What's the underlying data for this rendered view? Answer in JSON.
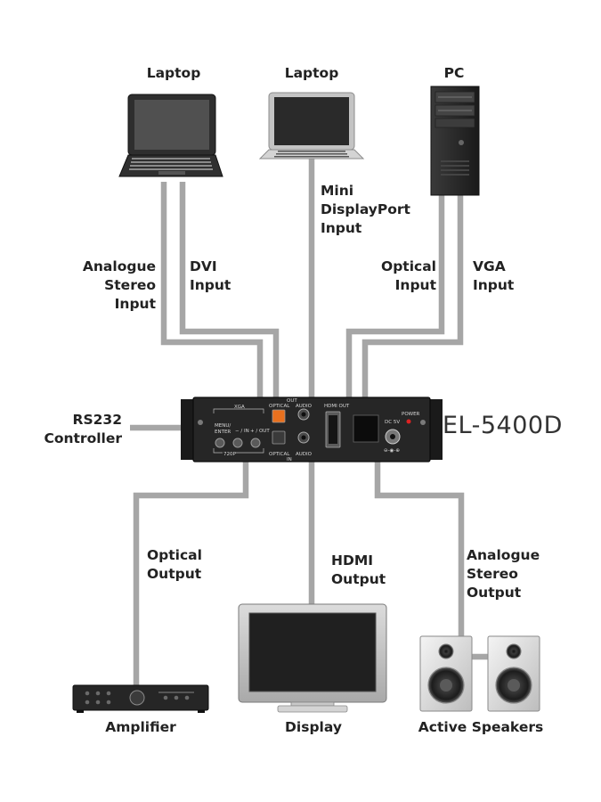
{
  "devices": {
    "laptop_left": "Laptop",
    "laptop_center": "Laptop",
    "pc": "PC",
    "amplifier": "Amplifier",
    "display": "Display",
    "speakers": "Active Speakers",
    "rs232": [
      "RS232",
      "Controller"
    ]
  },
  "inputs": {
    "analogue_stereo": [
      "Analogue",
      "Stereo",
      "Input"
    ],
    "dvi": [
      "DVI",
      "Input"
    ],
    "mini_displayport": [
      "Mini",
      "DisplayPort",
      "Input"
    ],
    "optical": [
      "Optical",
      "Input"
    ],
    "vga": [
      "VGA",
      "Input"
    ]
  },
  "outputs": {
    "optical": [
      "Optical",
      "Output"
    ],
    "hdmi": [
      "HDMI",
      "Output"
    ],
    "analogue_stereo": [
      "Analogue",
      "Stereo",
      "Output"
    ]
  },
  "unit": {
    "model": "EL-5400D",
    "panel": {
      "xga": "XGA",
      "menu": "MENU/",
      "enter": "ENTER",
      "in": "− / IN",
      "out": "+ / OUT",
      "p720": "720P",
      "out_group": "OUT",
      "optical_top": "OPTICAL",
      "audio_top": "AUDIO",
      "hdmi_out": "HDMI OUT",
      "power": "POWER",
      "dc": "DC 5V",
      "optical_bottom": "OPTICAL",
      "audio_bottom": "AUDIO",
      "in_group": "IN"
    }
  },
  "colors": {
    "cable": "#a6a6a6",
    "device_dark": "#2b2b2b",
    "text": "#222222"
  }
}
